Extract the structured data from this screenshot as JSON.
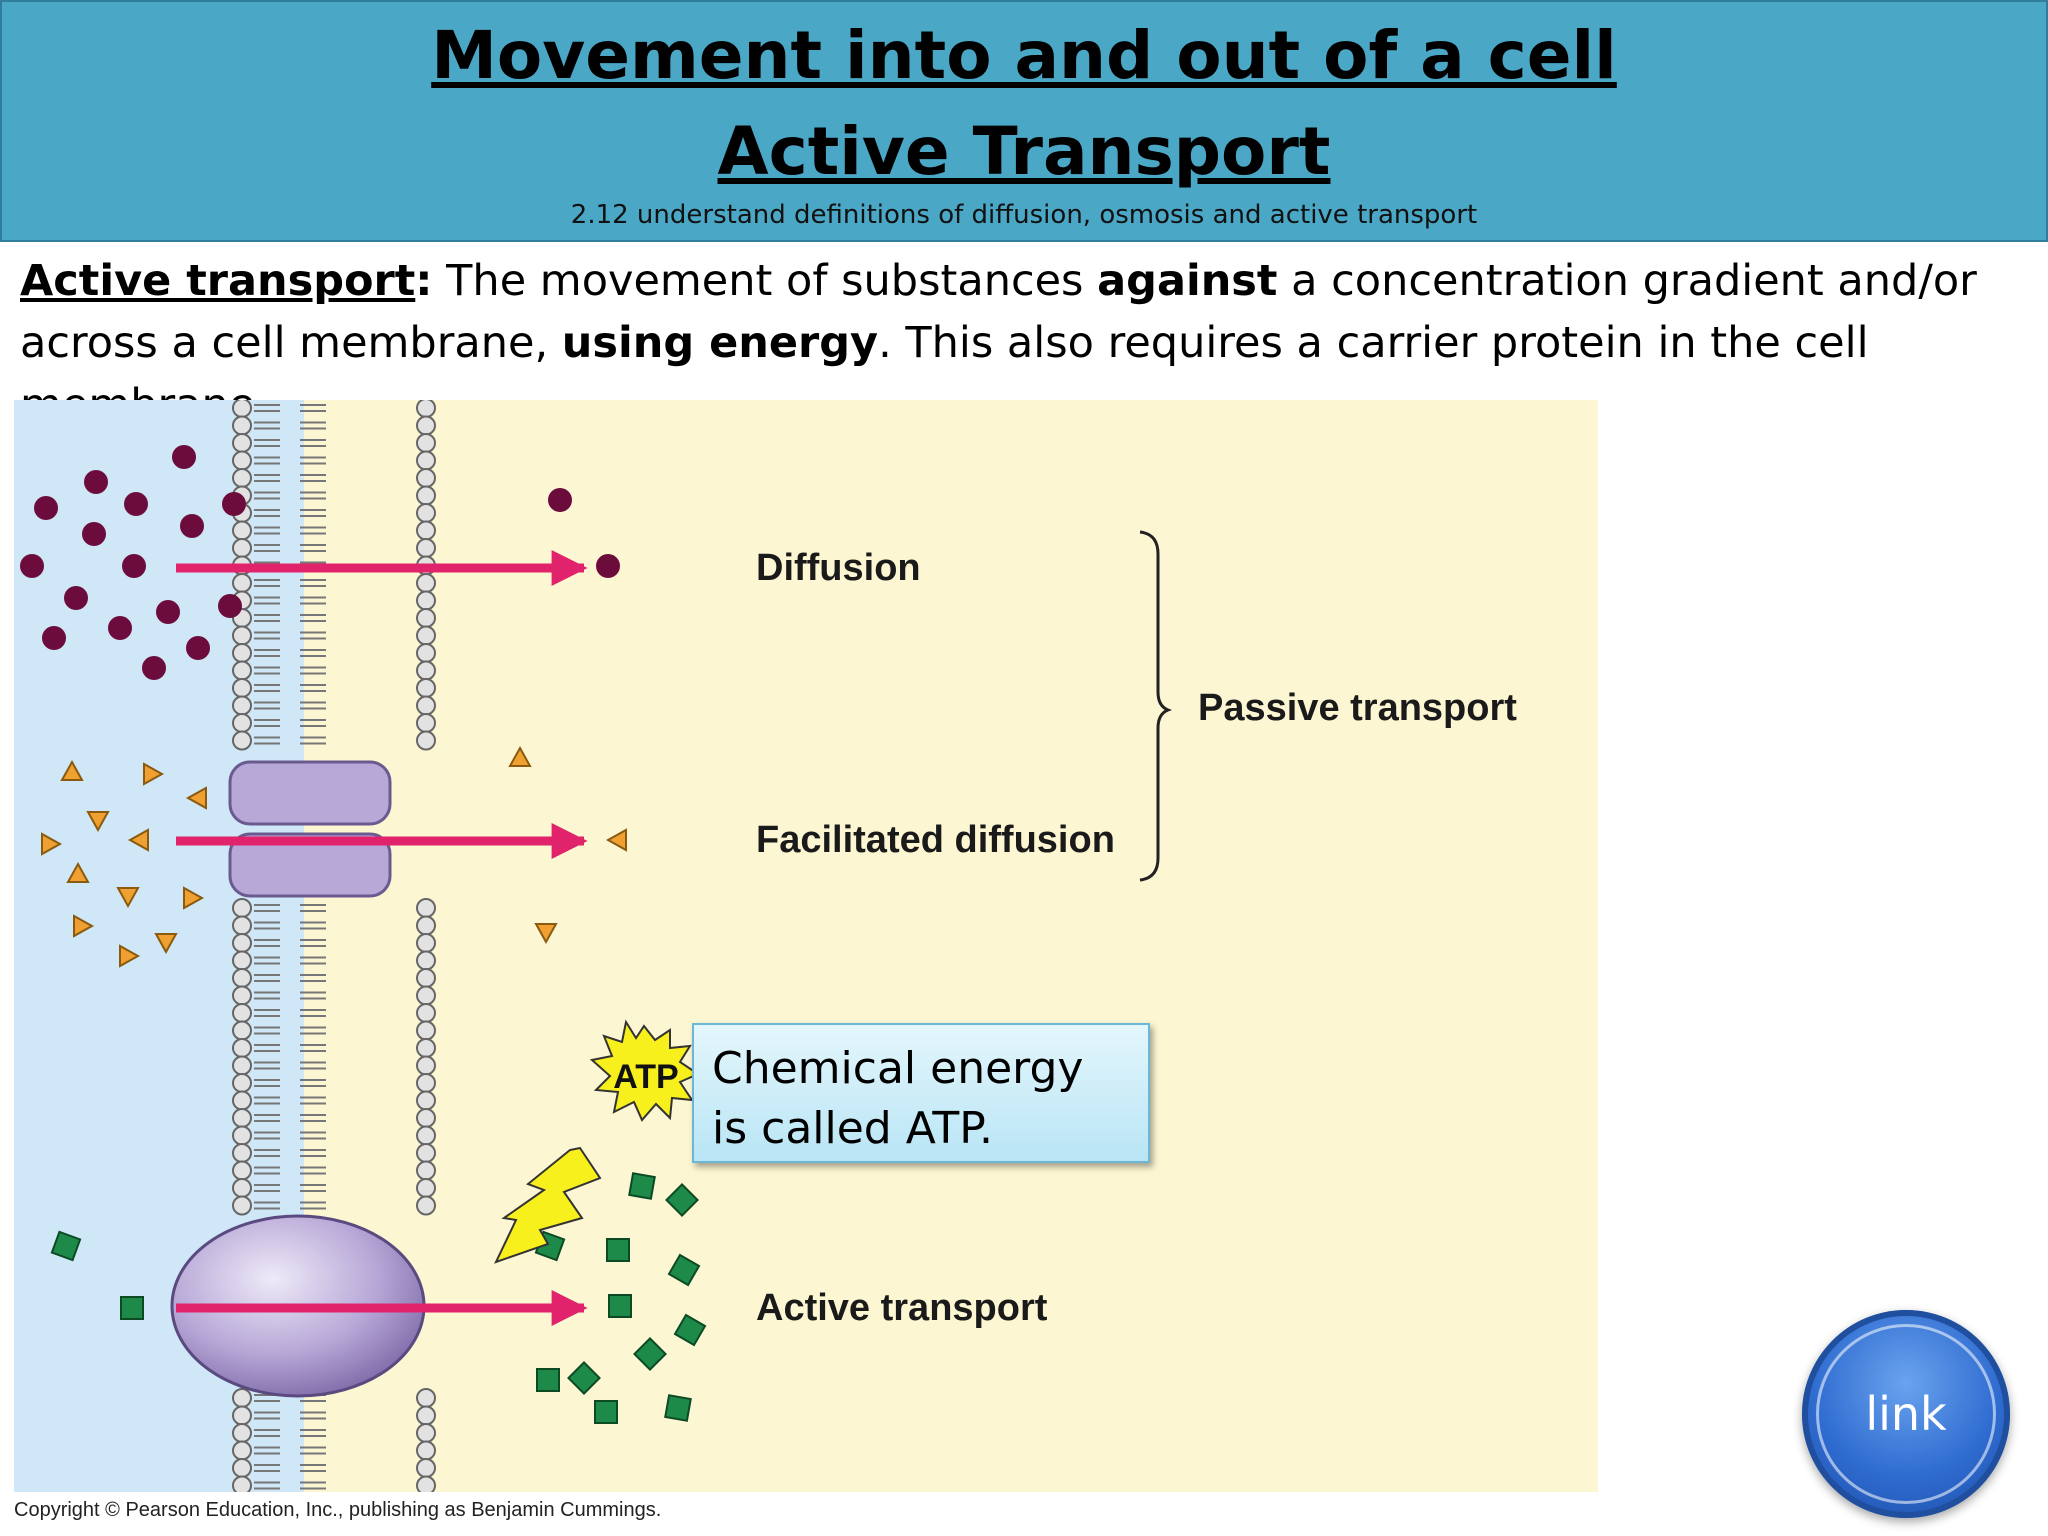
{
  "header": {
    "title": "Movement into and out of a cell",
    "subtitle": "Active Transport",
    "spec": "2.12 understand definitions of diffusion, osmosis and active transport"
  },
  "definition": {
    "term": "Active transport",
    "colon": ":",
    "part1": " The movement of substances ",
    "against": "against",
    "part2": " a concentration gradient and/or across a cell membrane, ",
    "using_energy": "using energy",
    "part3": ".  This also requires a carrier protein in the cell membrane."
  },
  "diagram": {
    "labels": {
      "diffusion": "Diffusion",
      "facilitated_diffusion": "Facilitated diffusion",
      "passive_transport": "Passive transport",
      "active_transport": "Active transport",
      "atp": "ATP"
    },
    "note": "Chemical energy is called ATP.",
    "copyright": "Copyright © Pearson Education, Inc., publishing as Benjamin Cummings.",
    "colors": {
      "outside": "#cfe7f6",
      "inside": "#fcf6d3",
      "arrow": "#e0236b",
      "molecule": "#6c0c3c",
      "triangle": "#f0a030",
      "square": "#1e8a4a",
      "protein": "#b8a8d8",
      "atp_burst": "#f7f01c"
    }
  },
  "link_button": {
    "label": "link"
  }
}
